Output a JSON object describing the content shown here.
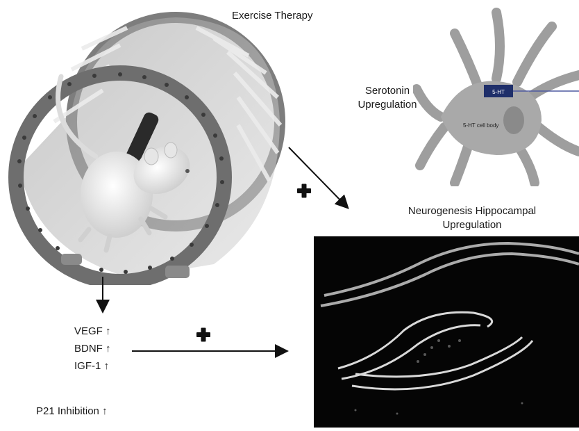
{
  "exercise": {
    "title": "Exercise Therapy"
  },
  "serotonin": {
    "line1": "Serotonin",
    "line2": "Upregulation"
  },
  "neuron": {
    "receptor_label": "5-HT",
    "cell_body_label": "5-HT cell body"
  },
  "neurogenesis": {
    "line1": "Neurogenesis Hippocampal",
    "line2": "Upregulation"
  },
  "factors": [
    {
      "label": "VEGF ↑"
    },
    {
      "label": "BDNF ↑"
    },
    {
      "label": "IGF-1 ↑"
    }
  ],
  "p21": {
    "label": "P21 Inhibition ↑"
  },
  "icons": {
    "plus": "plus-icon",
    "rat": "rat-icon",
    "wheel": "exercise-wheel-icon"
  }
}
